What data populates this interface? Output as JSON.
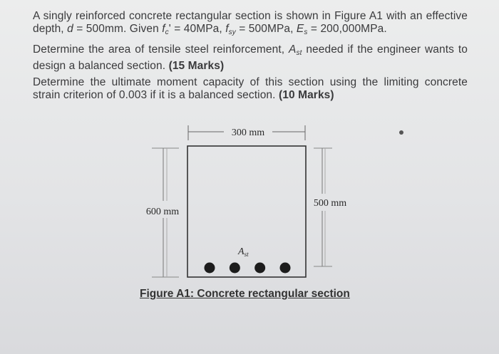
{
  "question": {
    "intro_a": "A singly reinforced concrete rectangular section is shown in Figure A1 with an effective depth, ",
    "d_symbol": "d",
    "d_value": " = 500mm. Given ",
    "fc_symbol": "f",
    "fc_sub": "c",
    "fc_prime": "'",
    "fc_value": " = 40MPa, ",
    "fsy_symbol": "f",
    "fsy_sub": "sy",
    "fsy_value": " = 500MPa, ",
    "es_symbol": "E",
    "es_sub": "s",
    "es_value": " = 200,000MPa.",
    "part1_a": "Determine the area of tensile steel reinforcement, ",
    "ast_symbol": "A",
    "ast_sub": "st",
    "part1_b": " needed if the engineer wants to design a balanced section. ",
    "part1_marks": "(15 Marks)",
    "part2_a": "Determine the ultimate moment capacity of this section using the limiting concrete strain criterion of 0.003 if it is a balanced section. ",
    "part2_marks": "(10 Marks)"
  },
  "figure": {
    "width_label": "300 mm",
    "height_label": "600 mm",
    "depth_label": "500 mm",
    "steel_label_main": "A",
    "steel_label_sub": "st",
    "bar_count": 4,
    "caption": "Figure A1: Concrete rectangular section"
  }
}
